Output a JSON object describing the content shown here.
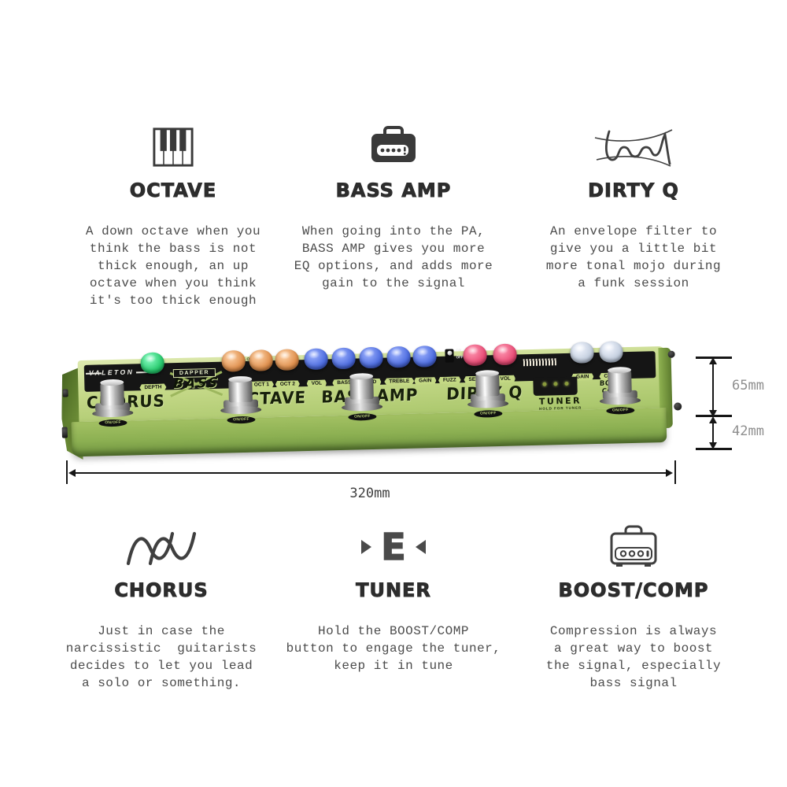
{
  "features_top": [
    {
      "id": "octave",
      "icon": "piano-keys-icon",
      "title": "OCTAVE",
      "description": "A down octave when you\nthink the bass is not\nthick enough, an up\noctave when you think\nit's too thick enough"
    },
    {
      "id": "bass-amp",
      "icon": "bass-amp-icon",
      "title": "BASS AMP",
      "description": "When going into the PA,\nBASS AMP gives you more\nEQ options, and adds more\ngain to the signal"
    },
    {
      "id": "dirty-q",
      "icon": "envelope-filter-icon",
      "title": "DIRTY Q",
      "description": "An envelope filter to\ngive you a little bit\nmore tonal mojo during\na funk session"
    }
  ],
  "features_bottom": [
    {
      "id": "chorus",
      "icon": "chorus-wave-icon",
      "title": "CHORUS",
      "description": "Just in case the\nnarcissistic  guitarists\ndecides to let you lead\na solo or something."
    },
    {
      "id": "tuner",
      "icon": "tuner-note-icon",
      "icon_letter": "E",
      "title": "TUNER",
      "description": "Hold the BOOST/COMP\nbutton to engage the tuner,\nkeep it in tune"
    },
    {
      "id": "boost-comp",
      "icon": "amp-head-icon",
      "title": "BOOST/COMP",
      "description": "Compression is always\na great way to boost\nthe signal, especially\nbass signal"
    }
  ],
  "pedal": {
    "brand": "VALETON",
    "fx_loop": "FX LOOP",
    "logo": {
      "line1": "DAPPER",
      "line2": "BASS"
    },
    "sections": {
      "chorus": "CHORUS",
      "octave": "OCTAVE",
      "bass_amp": "BASS AMP",
      "dirty_q": "DIRTY Q",
      "boost_comp_line1": "BOOST",
      "boost_comp_line2": "COMP"
    },
    "knob_labels": {
      "depth": "DEPTH",
      "oct1": "OCT 1",
      "oct2": "OCT 2",
      "vol": "VOL",
      "bass": "BASS",
      "mid": "MID",
      "treble": "TREBLE",
      "gain": "GAIN",
      "fuzz": "FUZZ",
      "sens": "SENS",
      "dq_vol": "VOL",
      "bc_gain": "GAIN",
      "bc_comp": "COMP"
    },
    "fuzz_switch": {
      "on": "ON",
      "off": "OFF"
    },
    "tuner": {
      "label": "TUNER",
      "sub": "HOLD FOR TUNER"
    },
    "footswitch_label": "ON/OFF",
    "colors": {
      "body_green": "#a5c468",
      "panel_black": "#151515",
      "knob_green": "#29ca6e",
      "knob_orange": "#e0914f",
      "knob_blue": "#4f6ee0",
      "knob_pink": "#ea4f78",
      "knob_silver": "#c4cfdf"
    }
  },
  "dimensions": {
    "height_upper": "65mm",
    "height_lower": "42mm",
    "width": "320mm"
  }
}
